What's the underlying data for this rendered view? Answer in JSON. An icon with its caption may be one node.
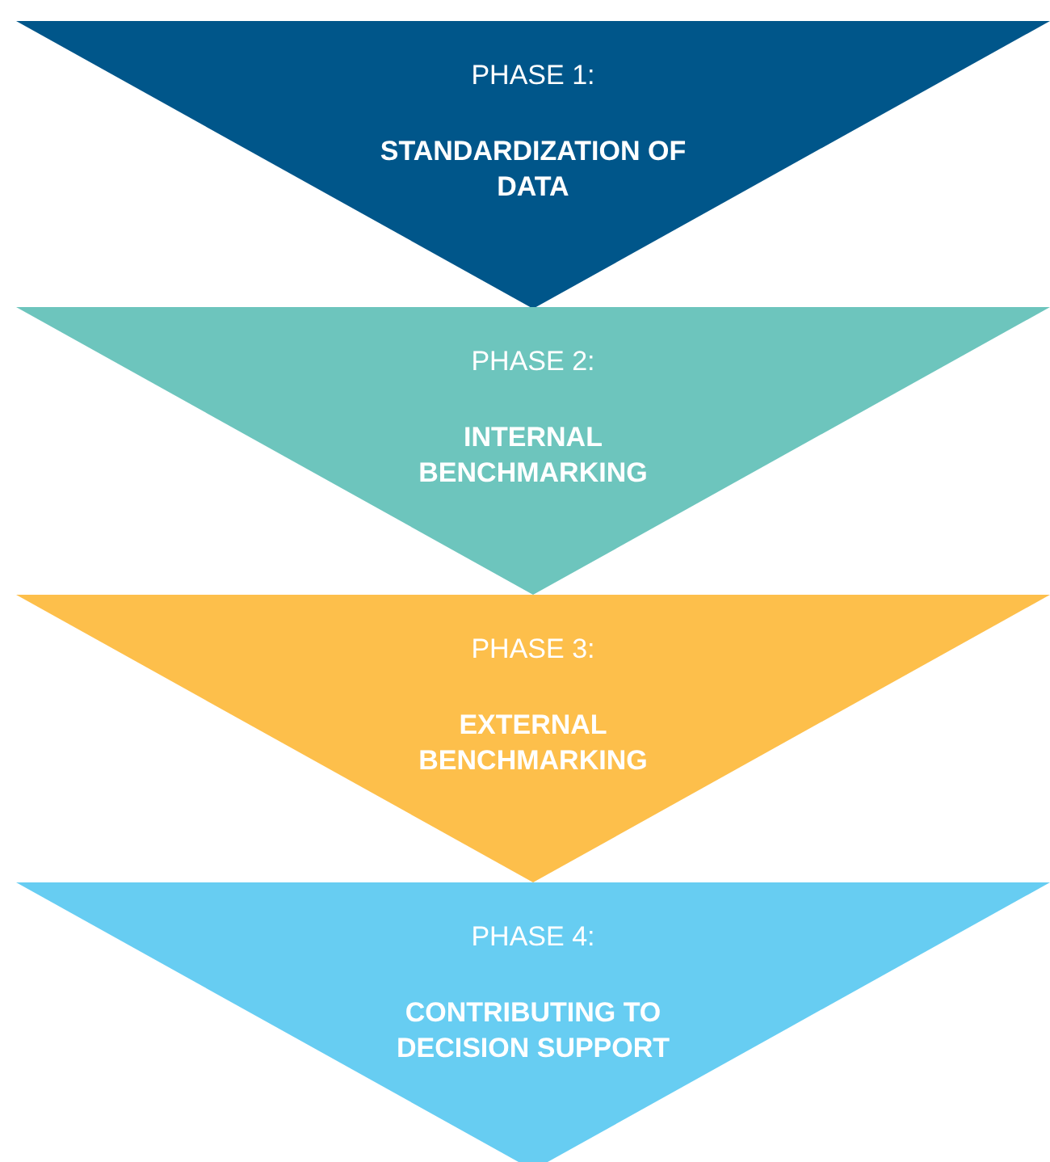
{
  "diagram": {
    "nodes": [
      {
        "text": [
          "PHASE 1:",
          "STANDARDIZATION OF DATA"
        ]
      },
      {
        "text": [
          "PHASE 2:",
          "INTERNAL BENCHMARKING"
        ]
      },
      {
        "text": [
          "PHASE 3:",
          "EXTERNAL BENCHMARKING"
        ]
      },
      {
        "text": [
          "PHASE 4:",
          "CONTRIBUTING TO DECISION SUPPORT"
        ]
      }
    ]
  }
}
